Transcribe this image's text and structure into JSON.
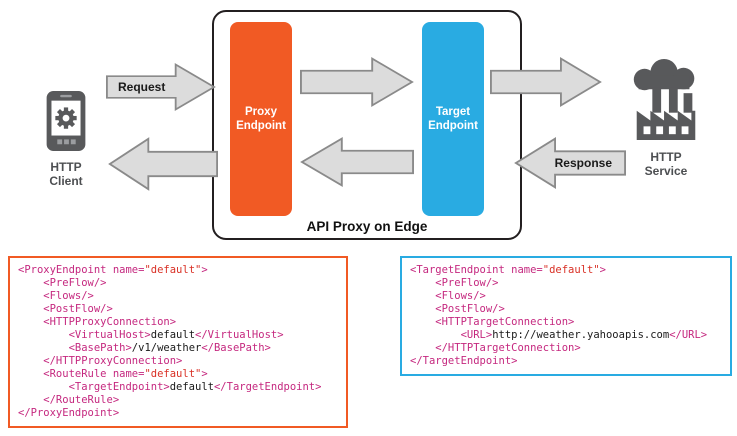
{
  "diagram": {
    "client": {
      "label": "HTTP\nClient"
    },
    "service": {
      "label": "HTTP\nService"
    },
    "container": {
      "title": "API Proxy on Edge"
    },
    "proxy_endpoint": {
      "label": "Proxy\nEndpoint",
      "color": "#F15A24"
    },
    "target_endpoint": {
      "label": "Target\nEndpoint",
      "color": "#29ABE2"
    },
    "labels": {
      "request": "Request",
      "response": "Response"
    },
    "arrow": {
      "fill": "#DCDCDC",
      "stroke": "#8A8A8A"
    },
    "icon_color": "#58595B"
  },
  "code_colors": {
    "tag": "#C5287F",
    "str": "#D93025",
    "txt": "#1A1A1A"
  },
  "code_panels": [
    {
      "id": "proxy-endpoint-xml",
      "border_color": "#F15A24",
      "lines": [
        [
          {
            "c": "tag",
            "v": "<ProxyEndpoint name="
          },
          {
            "c": "str",
            "v": "\"default\""
          },
          {
            "c": "tag",
            "v": ">"
          }
        ],
        [
          {
            "c": "tag",
            "v": "    <PreFlow/>"
          }
        ],
        [
          {
            "c": "tag",
            "v": "    <Flows/>"
          }
        ],
        [
          {
            "c": "tag",
            "v": "    <PostFlow/>"
          }
        ],
        [
          {
            "c": "tag",
            "v": "    <HTTPProxyConnection>"
          }
        ],
        [
          {
            "c": "tag",
            "v": "        <VirtualHost>"
          },
          {
            "c": "txt",
            "v": "default"
          },
          {
            "c": "tag",
            "v": "</VirtualHost>"
          }
        ],
        [
          {
            "c": "tag",
            "v": "        <BasePath>"
          },
          {
            "c": "txt",
            "v": "/v1/weather"
          },
          {
            "c": "tag",
            "v": "</BasePath>"
          }
        ],
        [
          {
            "c": "tag",
            "v": "    </HTTPProxyConnection>"
          }
        ],
        [
          {
            "c": "tag",
            "v": "    <RouteRule name="
          },
          {
            "c": "str",
            "v": "\"default\""
          },
          {
            "c": "tag",
            "v": ">"
          }
        ],
        [
          {
            "c": "tag",
            "v": "        <TargetEndpoint>"
          },
          {
            "c": "txt",
            "v": "default"
          },
          {
            "c": "tag",
            "v": "</TargetEndpoint>"
          }
        ],
        [
          {
            "c": "tag",
            "v": "    </RouteRule>"
          }
        ],
        [
          {
            "c": "tag",
            "v": "</ProxyEndpoint>"
          }
        ]
      ]
    },
    {
      "id": "target-endpoint-xml",
      "border_color": "#29ABE2",
      "lines": [
        [
          {
            "c": "tag",
            "v": "<TargetEndpoint name="
          },
          {
            "c": "str",
            "v": "\"default\""
          },
          {
            "c": "tag",
            "v": ">"
          }
        ],
        [
          {
            "c": "tag",
            "v": "    <PreFlow/>"
          }
        ],
        [
          {
            "c": "tag",
            "v": "    <Flows/>"
          }
        ],
        [
          {
            "c": "tag",
            "v": "    <PostFlow/>"
          }
        ],
        [
          {
            "c": "tag",
            "v": "    <HTTPTargetConnection>"
          }
        ],
        [
          {
            "c": "tag",
            "v": "        <URL>"
          },
          {
            "c": "txt",
            "v": "http://weather.yahooapis.com"
          },
          {
            "c": "tag",
            "v": "</URL>"
          }
        ],
        [
          {
            "c": "tag",
            "v": "    </HTTPTargetConnection>"
          }
        ],
        [
          {
            "c": "tag",
            "v": "</TargetEndpoint>"
          }
        ]
      ]
    }
  ]
}
